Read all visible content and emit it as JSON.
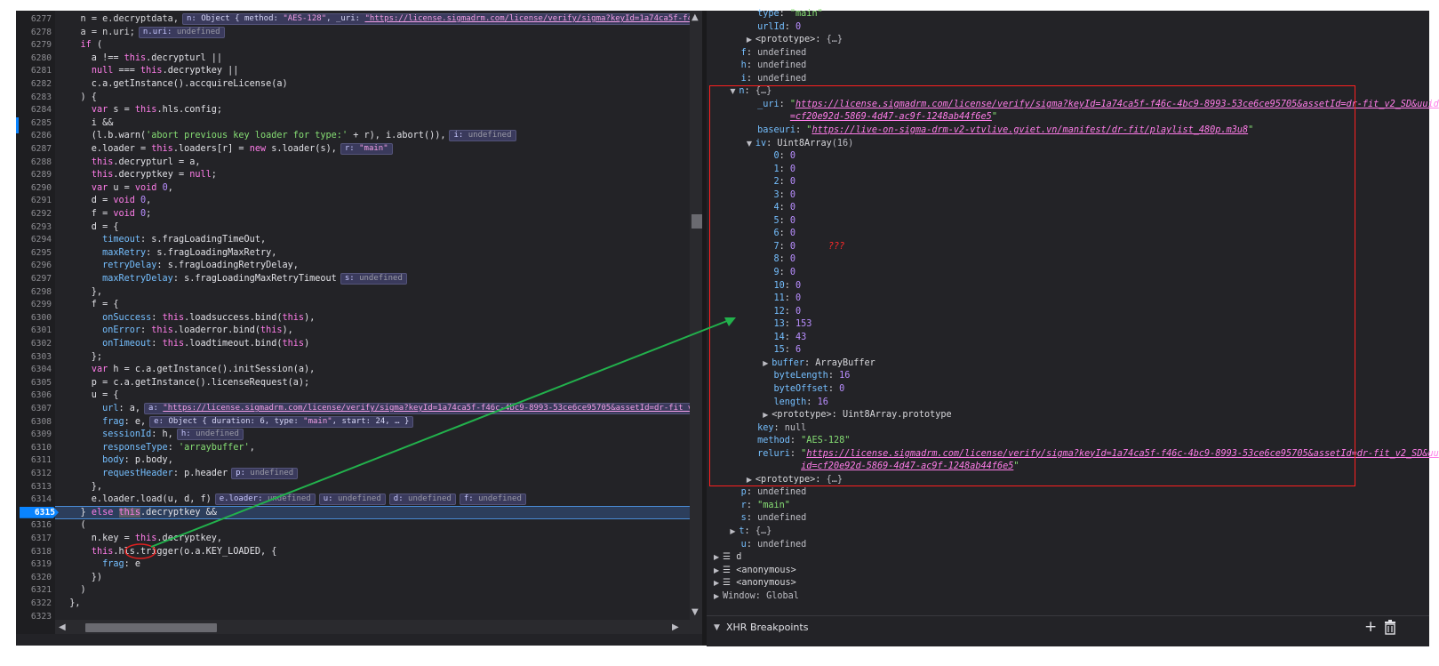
{
  "editor": {
    "lines": [
      {
        "num": "6277",
        "html": "    <span class=\"pre\">n = e.decryptdata,</span><span class=\"pv\"><span class=\"pk\">n:</span> <span class=\"po\">Object { method: </span><span class=\"ps\">\"AES-128\"</span><span class=\"po\">, _uri: </span><span class=\"pa\">\"https://license.sigmadrm.com/license/verify/sigma?keyId=1a74ca5f-f4</span></span>"
      },
      {
        "num": "6278",
        "html": "    <span class=\"pre\">a = n.uri;</span><span class=\"pv\"><span class=\"pk\">n.uri:</span> <span class=\"pu\">undefined</span></span>"
      },
      {
        "num": "6279",
        "html": "    <span class=\"kw\">if</span> ("
      },
      {
        "num": "6280",
        "html": "      a !== <span class=\"th\">this</span>.decrypturl ||"
      },
      {
        "num": "6281",
        "html": "      <span class=\"kw\">null</span> === <span class=\"th\">this</span>.decryptkey ||"
      },
      {
        "num": "6282",
        "html": "      c.a.getInstance().accquireLicense(a)"
      },
      {
        "num": "6283",
        "html": "    ) {"
      },
      {
        "num": "6284",
        "html": "      <span class=\"kw\">var</span> s = <span class=\"th\">this</span>.hls.config;"
      },
      {
        "num": "6285",
        "html": "      i &amp;&amp;"
      },
      {
        "num": "6286",
        "html": "      (l.b.warn(<span class=\"st\">'abort previous key loader for type:'</span> + r), i.abort()),<span class=\"pv\"><span class=\"pk\">i:</span> <span class=\"pu\">undefined</span></span>"
      },
      {
        "num": "6287",
        "html": "      e.loader = <span class=\"th\">this</span>.loaders[r] = <span class=\"kw\">new</span> s.loader(s),<span class=\"pv\"><span class=\"pk\">r:</span> <span class=\"ps\">\"main\"</span></span>"
      },
      {
        "num": "6288",
        "html": "      <span class=\"th\">this</span>.decrypturl = a,"
      },
      {
        "num": "6289",
        "html": "      <span class=\"th\">this</span>.decryptkey = <span class=\"kw\">null</span>;"
      },
      {
        "num": "6290",
        "html": "      <span class=\"kw\">var</span> u = <span class=\"kw\">void</span> <span class=\"nm\">0</span>,"
      },
      {
        "num": "6291",
        "html": "      d = <span class=\"kw\">void</span> <span class=\"nm\">0</span>,"
      },
      {
        "num": "6292",
        "html": "      f = <span class=\"kw\">void</span> <span class=\"nm\">0</span>;"
      },
      {
        "num": "6293",
        "html": "      d = {"
      },
      {
        "num": "6294",
        "html": "        <span class=\"pr\">timeout</span>: s.fragLoadingTimeOut,"
      },
      {
        "num": "6295",
        "html": "        <span class=\"pr\">maxRetry</span>: s.fragLoadingMaxRetry,"
      },
      {
        "num": "6296",
        "html": "        <span class=\"pr\">retryDelay</span>: s.fragLoadingRetryDelay,"
      },
      {
        "num": "6297",
        "html": "        <span class=\"pr\">maxRetryDelay</span>: s.fragLoadingMaxRetryTimeout<span class=\"pv\"><span class=\"pk\">s:</span> <span class=\"pu\">undefined</span></span>"
      },
      {
        "num": "6298",
        "html": "      },"
      },
      {
        "num": "6299",
        "html": "      f = {"
      },
      {
        "num": "6300",
        "html": "        <span class=\"pr\">onSuccess</span>: <span class=\"th\">this</span>.loadsuccess.bind(<span class=\"th\">this</span>),"
      },
      {
        "num": "6301",
        "html": "        <span class=\"pr\">onError</span>: <span class=\"th\">this</span>.loaderror.bind(<span class=\"th\">this</span>),"
      },
      {
        "num": "6302",
        "html": "        <span class=\"pr\">onTimeout</span>: <span class=\"th\">this</span>.loadtimeout.bind(<span class=\"th\">this</span>)"
      },
      {
        "num": "6303",
        "html": "      };"
      },
      {
        "num": "6304",
        "html": "      <span class=\"kw\">var</span> h = c.a.getInstance().initSession(a),"
      },
      {
        "num": "6305",
        "html": "      p = c.a.getInstance().licenseRequest(a);"
      },
      {
        "num": "6306",
        "html": "      u = {"
      },
      {
        "num": "6307",
        "html": "        <span class=\"pr\">url</span>: a,<span class=\"pv\"><span class=\"pk\">a:</span> <span class=\"pa\">\"https://license.sigmadrm.com/license/verify/sigma?keyId=1a74ca5f-f46c-4bc9-8993-53ce6ce95705&amp;assetId=dr-fit_v</span></span>"
      },
      {
        "num": "6308",
        "html": "        <span class=\"pr\">frag</span>: e,<span class=\"pv\"><span class=\"pk\">e:</span> <span class=\"po\">Object { duration: 6, type: </span><span class=\"ps\">\"main\"</span><span class=\"po\">, start: 24, … }</span></span>"
      },
      {
        "num": "6309",
        "html": "        <span class=\"pr\">sessionId</span>: h,<span class=\"pv\"><span class=\"pk\">h:</span> <span class=\"pu\">undefined</span></span>"
      },
      {
        "num": "6310",
        "html": "        <span class=\"pr\">responseType</span>: <span class=\"st\">'arraybuffer'</span>,"
      },
      {
        "num": "6311",
        "html": "        <span class=\"pr\">body</span>: p.body,"
      },
      {
        "num": "6312",
        "html": "        <span class=\"pr\">requestHeader</span>: p.header<span class=\"pv\"><span class=\"pk\">p:</span> <span class=\"pu\">undefined</span></span>"
      },
      {
        "num": "6313",
        "html": "      },"
      },
      {
        "num": "6314",
        "html": "      e.loader.load(u, d, f)<span class=\"pv\"><span class=\"pk\">e.loader:</span> <span class=\"pu\">undefined</span></span><span class=\"pv\"><span class=\"pk\">u:</span> <span class=\"pu\">undefined</span></span><span class=\"pv\"><span class=\"pk\">d:</span> <span class=\"pu\">undefined</span></span><span class=\"pv\"><span class=\"pk\">f:</span> <span class=\"pu\">undefined</span></span>"
      },
      {
        "num": "6315",
        "html": "    } <span class=\"kw\">else</span> <span class=\"thishl\">this</span>.decryptkey &amp;&amp;"
      },
      {
        "num": "6316",
        "html": "    ("
      },
      {
        "num": "6317",
        "html": "      n.key = <span class=\"th\">this</span>.decryptkey,"
      },
      {
        "num": "6318",
        "html": "      <span class=\"th\">this</span>.hls.trigger(o.a.KEY_LOADED, {"
      },
      {
        "num": "6319",
        "html": "        <span class=\"pr\">frag</span>: e"
      },
      {
        "num": "6320",
        "html": "      })"
      },
      {
        "num": "6321",
        "html": "    )"
      },
      {
        "num": "6322",
        "html": "  },"
      },
      {
        "num": "6323",
        "html": ""
      }
    ],
    "current_line": "6315"
  },
  "scopes": {
    "rows": [
      {
        "x": 4,
        "html": "        <span class=\"k\">type</span>: <span class=\"vs\">\"main\"</span>"
      },
      {
        "x": 4,
        "html": "        <span class=\"k\">urlId</span>: <span class=\"vn\">0</span>"
      },
      {
        "x": 4,
        "html": "      <span class=\"tw\">▶</span><span class=\"ku\">&lt;prototype&gt;</span>: <span class=\"vu\">{…}</span>"
      },
      {
        "x": 4,
        "html": "     <span class=\"k\">f</span>: <span class=\"vu\">undefined</span>"
      },
      {
        "x": 4,
        "html": "     <span class=\"k\">h</span>: <span class=\"vu\">undefined</span>"
      },
      {
        "x": 4,
        "html": "     <span class=\"k\">i</span>: <span class=\"vu\">undefined</span>"
      },
      {
        "x": 4,
        "html": "   <span class=\"tw\">▼</span><span class=\"k\">n</span>: <span class=\"vu\">{…}</span>"
      },
      {
        "x": 4,
        "html": "        <span class=\"k\">_uri</span>: <span class=\"vlq\">\"</span><span class=\"vl\">https://license.sigmadrm.com/license/verify/sigma?keyId=1a74ca5f-f46c-4bc9-8993-53ce6ce95705&amp;assetId=dr-fit_v2_SD&amp;uuid</span>"
      },
      {
        "x": 4,
        "html": "              <span class=\"vl\">=cf20e92d-5869-4d47-ac9f-1248ab44f6e5</span><span class=\"vlq\">\"</span>"
      },
      {
        "x": 4,
        "html": "        <span class=\"k\">baseuri</span>: <span class=\"vlq\">\"</span><span class=\"vl\">https://live-on-sigma-drm-v2-vtvlive.gviet.vn/manifest/dr-fit/playlist_480p.m3u8</span><span class=\"vlq\">\"</span>"
      },
      {
        "x": 4,
        "html": "      <span class=\"tw\">▼</span><span class=\"k\">iv</span>: <span class=\"ku\">Uint8Array</span><span class=\"vu\">(16)</span>"
      },
      {
        "x": 4,
        "html": "           <span class=\"k\">0</span>: <span class=\"vn\">0</span>"
      },
      {
        "x": 4,
        "html": "           <span class=\"k\">1</span>: <span class=\"vn\">0</span>"
      },
      {
        "x": 4,
        "html": "           <span class=\"k\">2</span>: <span class=\"vn\">0</span>"
      },
      {
        "x": 4,
        "html": "           <span class=\"k\">3</span>: <span class=\"vn\">0</span>"
      },
      {
        "x": 4,
        "html": "           <span class=\"k\">4</span>: <span class=\"vn\">0</span>"
      },
      {
        "x": 4,
        "html": "           <span class=\"k\">5</span>: <span class=\"vn\">0</span>"
      },
      {
        "x": 4,
        "html": "           <span class=\"k\">6</span>: <span class=\"vn\">0</span>"
      },
      {
        "x": 4,
        "html": "           <span class=\"k\">7</span>: <span class=\"vn\">0</span>      <span class=\"qq\">???</span>"
      },
      {
        "x": 4,
        "html": "           <span class=\"k\">8</span>: <span class=\"vn\">0</span>"
      },
      {
        "x": 4,
        "html": "           <span class=\"k\">9</span>: <span class=\"vn\">0</span>"
      },
      {
        "x": 4,
        "html": "           <span class=\"k\">10</span>: <span class=\"vn\">0</span>"
      },
      {
        "x": 4,
        "html": "           <span class=\"k\">11</span>: <span class=\"vn\">0</span>"
      },
      {
        "x": 4,
        "html": "           <span class=\"k\">12</span>: <span class=\"vn\">0</span>"
      },
      {
        "x": 4,
        "html": "           <span class=\"k\">13</span>: <span class=\"vn\">153</span>"
      },
      {
        "x": 4,
        "html": "           <span class=\"k\">14</span>: <span class=\"vn\">43</span>"
      },
      {
        "x": 4,
        "html": "           <span class=\"k\">15</span>: <span class=\"vn\">6</span>"
      },
      {
        "x": 4,
        "html": "         <span class=\"tw\">▶</span><span class=\"k\">buffer</span>: <span class=\"ku\">ArrayBuffer</span>"
      },
      {
        "x": 4,
        "html": "           <span class=\"k\">byteLength</span>: <span class=\"vn\">16</span>"
      },
      {
        "x": 4,
        "html": "           <span class=\"k\">byteOffset</span>: <span class=\"vn\">0</span>"
      },
      {
        "x": 4,
        "html": "           <span class=\"k\">length</span>: <span class=\"vn\">16</span>"
      },
      {
        "x": 4,
        "html": "         <span class=\"tw\">▶</span><span class=\"ku\">&lt;prototype&gt;</span>: <span class=\"ku\">Uint8Array.prototype</span>"
      },
      {
        "x": 4,
        "html": "        <span class=\"k\">key</span>: <span class=\"vu\">null</span>"
      },
      {
        "x": 4,
        "html": "        <span class=\"k\">method</span>: <span class=\"vs\">\"AES-128\"</span>"
      },
      {
        "x": 4,
        "html": "        <span class=\"k\">reluri</span>: <span class=\"vlq\">\"</span><span class=\"vl\">https://license.sigmadrm.com/license/verify/sigma?keyId=1a74ca5f-f46c-4bc9-8993-53ce6ce95705&amp;assetId=dr-fit_v2_SD&amp;uu</span>"
      },
      {
        "x": 4,
        "html": "                <span class=\"vl\">id=cf20e92d-5869-4d47-ac9f-1248ab44f6e5</span><span class=\"vlq\">\"</span>"
      },
      {
        "x": 4,
        "html": "      <span class=\"tw\">▶</span><span class=\"ku\">&lt;prototype&gt;</span>: <span class=\"vu\">{…}</span>"
      },
      {
        "x": 4,
        "html": "     <span class=\"k\">p</span>: <span class=\"vu\">undefined</span>"
      },
      {
        "x": 4,
        "html": "     <span class=\"k\">r</span>: <span class=\"vs\">\"main\"</span>"
      },
      {
        "x": 4,
        "html": "     <span class=\"k\">s</span>: <span class=\"vu\">undefined</span>"
      },
      {
        "x": 4,
        "html": "   <span class=\"tw\">▶</span><span class=\"k\">t</span>: <span class=\"vu\">{…}</span>"
      },
      {
        "x": 4,
        "html": "     <span class=\"k\">u</span>: <span class=\"vu\">undefined</span>"
      },
      {
        "x": 4,
        "html": "<span class=\"tw\">▶</span><span class=\"ku\">☰ d</span>"
      },
      {
        "x": 4,
        "html": "<span class=\"tw\">▶</span><span class=\"ku\">☰ &lt;anonymous&gt;</span>"
      },
      {
        "x": 4,
        "html": "<span class=\"tw\">▶</span><span class=\"ku\">☰ &lt;anonymous&gt;</span>"
      },
      {
        "x": 4,
        "html": "<span class=\"tw\">▶</span><span class=\"vu\">Window: Global</span>"
      }
    ]
  },
  "footer": {
    "section_label": "XHR Breakpoints",
    "add_icon": "plus-icon",
    "delete_icon": "trash-icon"
  },
  "annotations": {
    "red_circle_target": "n.key",
    "question_marks": "???",
    "arrow_color": "#22b14c",
    "box_color": "#ff2020"
  }
}
